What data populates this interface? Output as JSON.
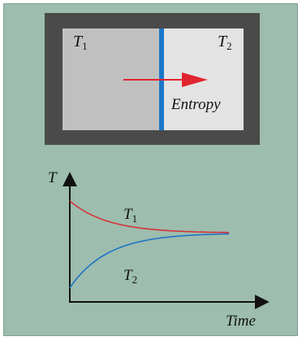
{
  "colors": {
    "panel_background": "#9dbdae",
    "frame": "#4a4a4a",
    "cold_side": "#c0c0c0",
    "hot_side": "#e3e3e3",
    "wall": "#1a78c8",
    "arrow": "#e0252f",
    "curve_t1": "#d6313a",
    "curve_t2": "#1f74c6",
    "axis": "#111111"
  },
  "box": {
    "left_label": "T",
    "left_sub": "1",
    "right_label": "T",
    "right_sub": "2",
    "flow_label": "Entropy"
  },
  "graph": {
    "y_axis_label": "T",
    "x_axis_label": "Time",
    "curve_t1_label": "T",
    "curve_t1_sub": "1",
    "curve_t2_label": "T",
    "curve_t2_sub": "2",
    "curve_t1": {
      "start": 0.85,
      "equilibrium": 0.58
    },
    "curve_t2": {
      "start": 0.12,
      "equilibrium": 0.58
    }
  }
}
